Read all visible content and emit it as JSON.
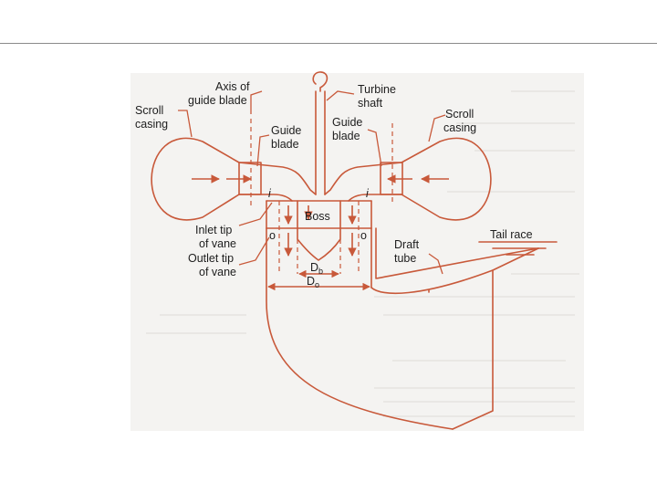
{
  "slide": {
    "background": "#ffffff",
    "rule_color": "#8a8a8a"
  },
  "figure": {
    "line_color": "#c8593a",
    "text_color": "#1d1d1d",
    "labels": {
      "scroll_casing_left": [
        "Scroll",
        "casing"
      ],
      "axis_of_guide_blade": [
        "Axis of",
        "guide blade"
      ],
      "turbine_shaft": [
        "Turbine",
        "shaft"
      ],
      "guide_blade_center": [
        "Guide",
        "blade"
      ],
      "guide_blade_left": [
        "Guide",
        "blade"
      ],
      "scroll_casing_right": [
        "Scroll",
        "casing"
      ],
      "boss": "Boss",
      "inlet_tip": [
        "Inlet tip",
        "of vane"
      ],
      "outlet_tip": [
        "Outlet tip",
        "of vane"
      ],
      "tail_race": "Tail race",
      "draft_tube": [
        "Draft",
        "tube"
      ],
      "inlet_mark": "i",
      "outlet_mark": "o",
      "db": "D",
      "db_sub": "b",
      "do": "D",
      "do_sub": "o"
    }
  }
}
